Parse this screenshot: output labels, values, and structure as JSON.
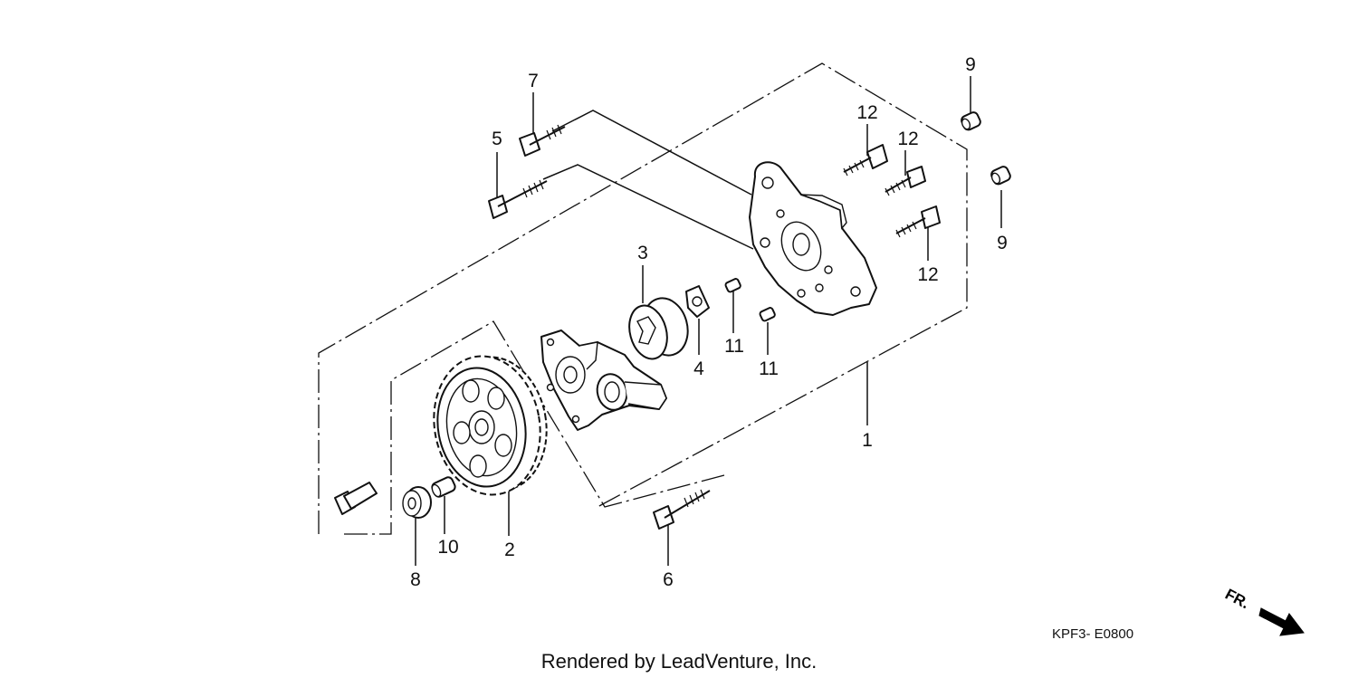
{
  "diagram": {
    "callouts": {
      "c1": "1",
      "c2": "2",
      "c3": "3",
      "c4": "4",
      "c5": "5",
      "c6": "6",
      "c7": "7",
      "c8": "8",
      "c9a": "9",
      "c9b": "9",
      "c10": "10",
      "c11a": "11",
      "c11b": "11",
      "c12a": "12",
      "c12b": "12",
      "c12c": "12"
    },
    "diagram_code": "KPF3- E0800",
    "credit": "Rendered by LeadVenture, Inc.",
    "front_label": "FR."
  }
}
